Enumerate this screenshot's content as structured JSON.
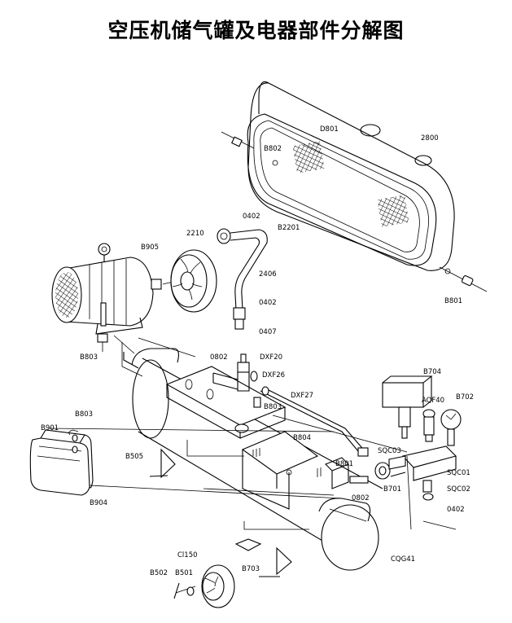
{
  "title": "空压机储气罐及电器部件分解图",
  "part_labels": {
    "D801": "D801",
    "B802": "B802",
    "2800": "2800",
    "B801_top": "B801",
    "0402_a": "0402",
    "2210": "2210",
    "B2201": "B2201",
    "B905": "B905",
    "2406": "2406",
    "0402_b": "0402",
    "0407": "0407",
    "B803_a": "B803",
    "0802_a": "0802",
    "DXF20": "DXF20",
    "DXF26": "DXF26",
    "DXF27": "DXF27",
    "B803_b": "B803",
    "B704": "B704",
    "B803_c": "B803",
    "B901": "B901",
    "AQF40": "AQF40",
    "B702": "B702",
    "B804": "B804",
    "SQC03": "SQC03",
    "B505": "B505",
    "B801_mid": "B801",
    "SQC01": "SQC01",
    "B701": "B701",
    "SQC02": "SQC02",
    "0802_b": "0802",
    "B904": "B904",
    "0402_c": "0402",
    "CI150": "Cl150",
    "CQG41": "CQG41",
    "B703": "B703",
    "B502": "B502",
    "B501": "B501"
  }
}
